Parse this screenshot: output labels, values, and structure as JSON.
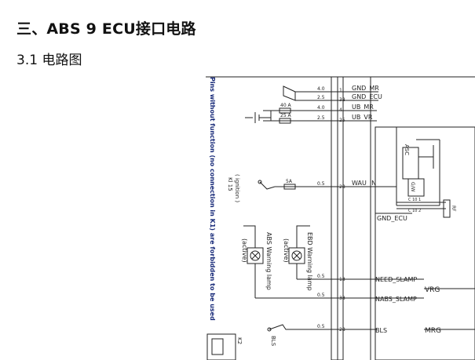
{
  "page": {
    "heading": "三、ABS 9 ECU接口电路",
    "subheading": "3.1 电路图"
  },
  "schematic": {
    "note": "Pins without function (no connection in K1) are forbidden to be used",
    "signals": {
      "gnd_mr": "GND_MR",
      "gnd_ecu": "GND_ECU",
      "ub_mr": "UB_MR",
      "ub_vr": "UB_VR",
      "wake_in": "WAU_IN",
      "gnd_ecu2": "GND_ECU",
      "need_slamp": "NEED_SLAMP",
      "nabs_slamp": "NABS_SLAMP",
      "bls": "BLS",
      "vrg": "VRG",
      "mrg": "MRG"
    },
    "wires": {
      "w1": "4.0",
      "w2": "2.5",
      "w3": "4.0",
      "w4": "2.5",
      "w5": "0.5",
      "w6": "0.5",
      "w7": "0.5",
      "w8": "0.5"
    },
    "pins": {
      "p1": "1",
      "p2": "38",
      "p3": "4",
      "p4": "25",
      "p5": "28",
      "p6": "13",
      "p7": "33",
      "p8": "28"
    },
    "fuses": {
      "f1": "40 A",
      "f2": "25 A",
      "f3": "5A"
    },
    "components": {
      "asc": "ASC",
      "gw": "G/W",
      "c1": "C 10 1",
      "c2": "C 10 2",
      "k15": "Kl 15",
      "ignition": "( ignition )",
      "ebd_lamp": "EBD Warning lamp",
      "ebd_active": "(active)",
      "abs_lamp": "ABS Warning lamp",
      "abs_active": "(active)",
      "bls_switch": "BLS",
      "k2": "K2",
      "rf": "RF"
    }
  }
}
